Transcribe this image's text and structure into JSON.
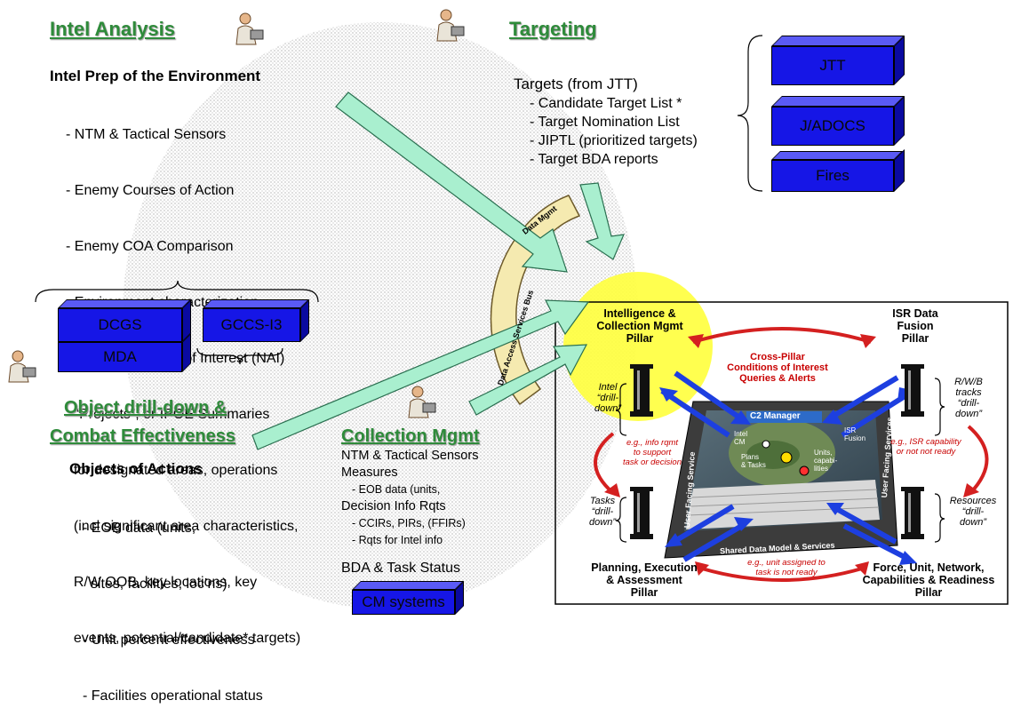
{
  "intel": {
    "heading": "Intel Analysis",
    "subheading": "Intel Prep of the Environment",
    "items": [
      "- NTM & Tactical Sensors",
      "- Enemy Courses of Action",
      "- Enemy COA Comparison",
      "- Environment characterization",
      "  for Named Areas of Interest (NAI)",
      "- “Projects”, or IPOE Summaries",
      "  for designated areas, operations",
      "  (incl significant area characteristics,",
      "  R/W OOB, key locations, key",
      "  events, potential/candidate* targets)"
    ]
  },
  "targeting": {
    "heading": "Targeting",
    "subheading": "Targets (from JTT)",
    "items": [
      "- Candidate Target List *",
      "- Target Nomination List",
      "- JIPTL (prioritized targets)",
      "- Target BDA reports"
    ]
  },
  "systems_right": [
    "JTT",
    "J/ADOCS",
    "Fires"
  ],
  "systems_left": {
    "dcgs": "DCGS",
    "mda": "MDA",
    "gccs": "GCCS-I3"
  },
  "object": {
    "heading_line1": "Object drill-down  &",
    "heading_line2": "Combat Effectiveness",
    "subheading": "Objects of Actions",
    "items": [
      "- EOB data (units,",
      "  sites, facilities, loc’ns)",
      "- Unit percent effectiveness",
      "- Facilities operational status"
    ]
  },
  "collection": {
    "heading": "Collection Mgmt",
    "lines": [
      {
        "text": "NTM & Tactical Sensors",
        "indent": false
      },
      {
        "text": "Measures",
        "indent": false
      },
      {
        "text": "- EOB data (units,",
        "indent": true
      },
      {
        "text": "Decision Info Rqts",
        "indent": false
      },
      {
        "text": "- CCIRs, PIRs, (FFIRs)",
        "indent": true
      },
      {
        "text": "- Rqts for Intel info",
        "indent": true
      }
    ],
    "footer": "BDA & Task Status",
    "system": "CM systems"
  },
  "band_text": {
    "upper": "Data Mgmt",
    "lower": "Data Access Services Bus"
  },
  "c2": {
    "screen_title": "C2 Manager",
    "screen_labels": [
      "Intel",
      "CM",
      "Plans",
      "& Tasks",
      "Units,",
      "capabi-",
      "lities",
      "ISR",
      "Fusion"
    ],
    "side_left": "User Facing Service",
    "side_right": "User Facing Services",
    "bottom": "Shared Data Model & Services",
    "pillars": {
      "intel_cm": [
        "Intelligence &",
        "Collection Mgmt",
        "Pillar"
      ],
      "isr": [
        "ISR Data",
        "Fusion",
        "Pillar"
      ],
      "planning": [
        "Planning, Execution",
        "& Assessment",
        "Pillar"
      ],
      "force": [
        "Force, Unit, Network,",
        "Capabilities & Readiness",
        "Pillar"
      ]
    },
    "cross_pillar": [
      "Cross-Pillar",
      "Conditions of Interest",
      "Queries & Alerts"
    ],
    "notes": {
      "left": [
        "e.g., info rqmt",
        "to support",
        "task or decision"
      ],
      "right": [
        "e.g., ISR capability",
        "or not not ready"
      ],
      "bottom": [
        "e.g., unit assigned to",
        "task is not ready"
      ]
    },
    "drill": {
      "intel": [
        "Intel",
        "“drill-",
        "down”"
      ],
      "rwb": [
        "R/W/B",
        "tracks",
        "“drill-",
        "down”"
      ],
      "tasks": [
        "Tasks",
        "“drill-",
        "down”"
      ],
      "resources": [
        "Resources",
        "“drill-",
        "down”"
      ]
    }
  },
  "colors": {
    "heading_green": "#2e8b3a",
    "box_blue": "#1616e6",
    "arrow_green": "#a9efcf",
    "band_tan": "#f5eab0",
    "highlight_yellow": "#ffff3c",
    "note_red": "#c80000",
    "pillar_arrow_blue": "#1d3fe0"
  }
}
